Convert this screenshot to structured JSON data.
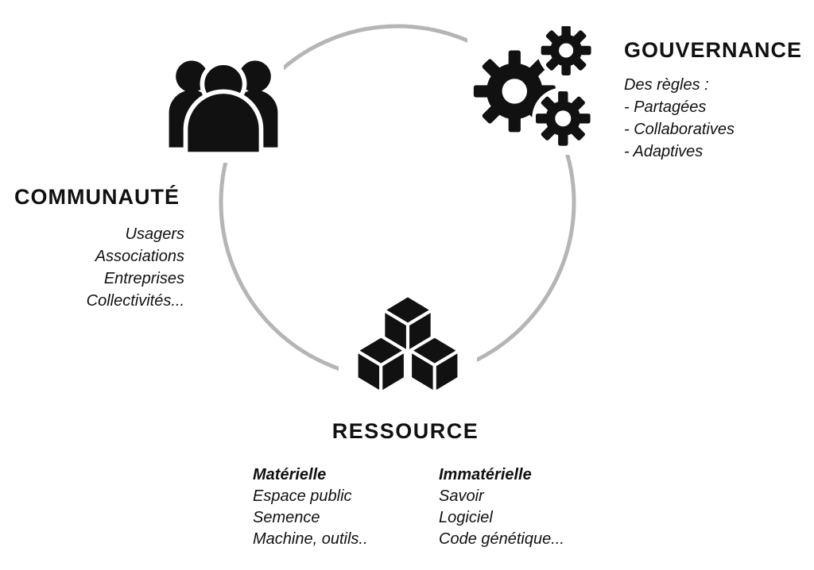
{
  "colors": {
    "ink": "#111111",
    "circle": "#b5b5b5",
    "background": "#ffffff"
  },
  "nodes": {
    "communaute": {
      "label": "COMMUNAUTÉ",
      "icon": "people-group-icon",
      "items": [
        "Usagers",
        "Associations",
        "Entreprises",
        "Collectivités..."
      ]
    },
    "gouvernance": {
      "label": "GOUVERNANCE",
      "icon": "gears-icon",
      "intro": "Des règles :",
      "items": [
        "- Partagées",
        "- Collaboratives",
        "- Adaptives"
      ]
    },
    "ressource": {
      "label": "RESSOURCE",
      "icon": "cubes-icon",
      "columns": [
        {
          "heading": "Matérielle",
          "items": [
            "Espace public",
            "Semence",
            "Machine, outils.."
          ]
        },
        {
          "heading": "Immatérielle",
          "items": [
            "Savoir",
            "Logiciel",
            "Code génétique..."
          ]
        }
      ]
    }
  }
}
